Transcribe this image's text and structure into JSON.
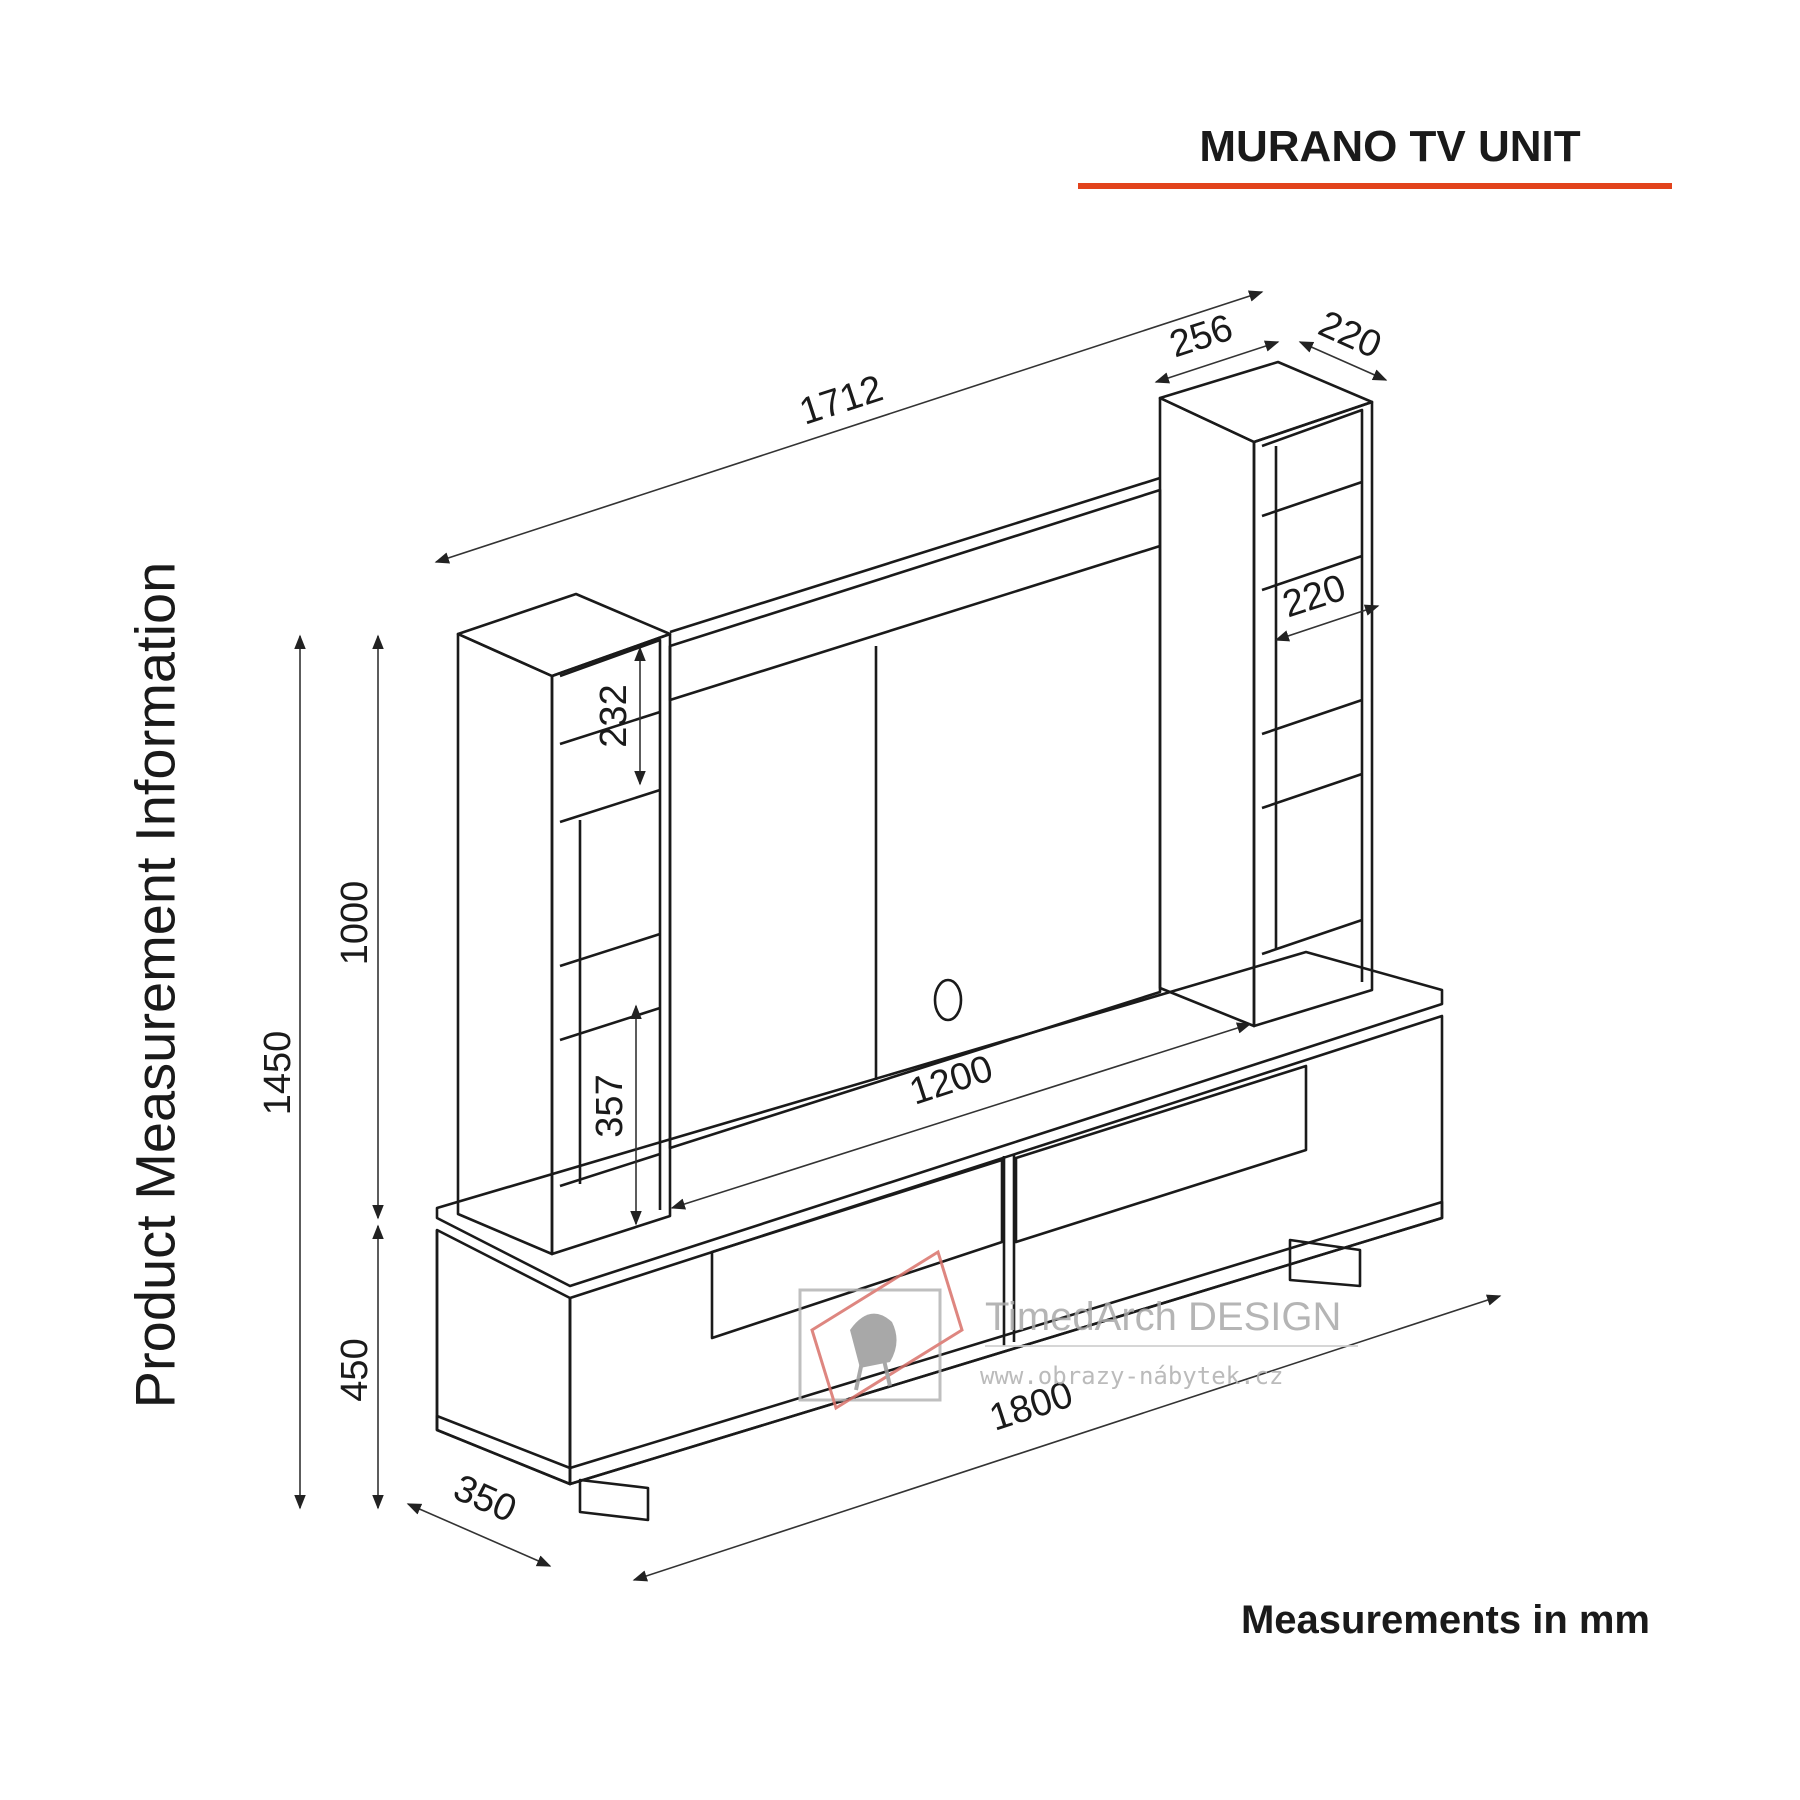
{
  "title": "MURANO TV UNIT",
  "side_title": "Product Measurement Information",
  "units_note": "Measurements in mm",
  "colors": {
    "accent_rule": "#e2431c",
    "line": "#1a1a1a",
    "watermark": "#a9a9a9"
  },
  "dimensions": {
    "total_height": "1450",
    "top_height": "1000",
    "cabinet_height": "450",
    "depth": "350",
    "width": "1800",
    "back_panel_width": "1712",
    "column_width": "256",
    "column_depth": "220",
    "inner_shelf_depth": "220",
    "shelf_spacing_upper": "232",
    "shelf_spacing_lower": "357",
    "tv_space_width": "1200"
  },
  "watermark": {
    "brand": "TimedArch DESIGN",
    "url": "www.obrazy-nábytek.cz"
  }
}
